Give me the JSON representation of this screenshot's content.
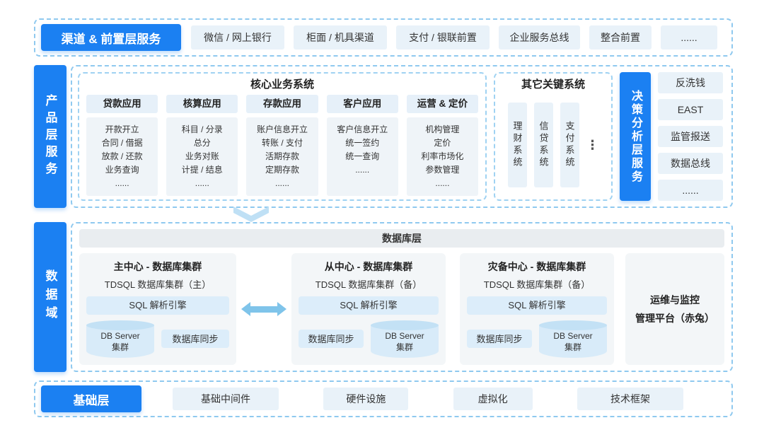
{
  "colors": {
    "accent_blue": "#1B80F2",
    "pill_bg": "#E9F2F9",
    "dashed_border": "#8FC9EF",
    "card_bg": "#F3F6F8",
    "engine_bar_bg": "#DCEDFA",
    "cylinder_bg": "#D8EBF9"
  },
  "channel_layer": {
    "label": "渠道 & 前置层服务",
    "items": [
      "微信 / 网上银行",
      "柜面 / 机具渠道",
      "支付 / 银联前置",
      "企业服务总线",
      "整合前置",
      "......"
    ]
  },
  "product_layer": {
    "label": "产品层服务",
    "core_systems": {
      "title": "核心业务系统",
      "columns": [
        {
          "header": "贷款应用",
          "lines": [
            "开款开立",
            "合同 / 借据",
            "放款 / 还款",
            "业务查询",
            "......"
          ]
        },
        {
          "header": "核算应用",
          "lines": [
            "科目 / 分录",
            "总分",
            "业务对账",
            "计提 / 结息",
            "......"
          ]
        },
        {
          "header": "存款应用",
          "lines": [
            "账户信息开立",
            "转账 / 支付",
            "活期存款",
            "定期存款",
            "......"
          ]
        },
        {
          "header": "客户应用",
          "lines": [
            "客户信息开立",
            "统一签约",
            "统一查询",
            "......"
          ]
        },
        {
          "header": "运营 & 定价",
          "lines": [
            "机构管理",
            "定价",
            "利率市场化",
            "参数管理",
            "......"
          ]
        }
      ]
    },
    "other_systems": {
      "title": "其它关键系统",
      "items": [
        "理财系统",
        "信贷系统",
        "支付系统"
      ],
      "more": "⋮"
    }
  },
  "decision_layer": {
    "label": "决策分析层服务",
    "items": [
      "反洗钱",
      "EAST",
      "监管报送",
      "数据总线",
      "......"
    ]
  },
  "data_layer": {
    "label": "数据域",
    "header": "数据库层",
    "clusters": [
      {
        "title": "主中心 - 数据库集群",
        "subtitle": "TDSQL 数据库集群（主）",
        "engine": "SQL 解析引擎",
        "db_line1": "DB Server",
        "db_line2": "集群",
        "sync": "数据库同步"
      },
      {
        "title": "从中心 - 数据库集群",
        "subtitle": "TDSQL 数据库集群（备）",
        "engine": "SQL 解析引擎",
        "db_line1": "DB Server",
        "db_line2": "集群",
        "sync": "数据库同步"
      },
      {
        "title": "灾备中心 - 数据库集群",
        "subtitle": "TDSQL 数据库集群（备）",
        "engine": "SQL 解析引擎",
        "db_line1": "DB Server",
        "db_line2": "集群",
        "sync": "数据库同步"
      }
    ],
    "ops_platform": {
      "line1": "运维与监控",
      "line2": "管理平台（赤兔）"
    }
  },
  "base_layer": {
    "label": "基础层",
    "items": [
      "基础中间件",
      "硬件设施",
      "虚拟化",
      "技术框架"
    ]
  }
}
